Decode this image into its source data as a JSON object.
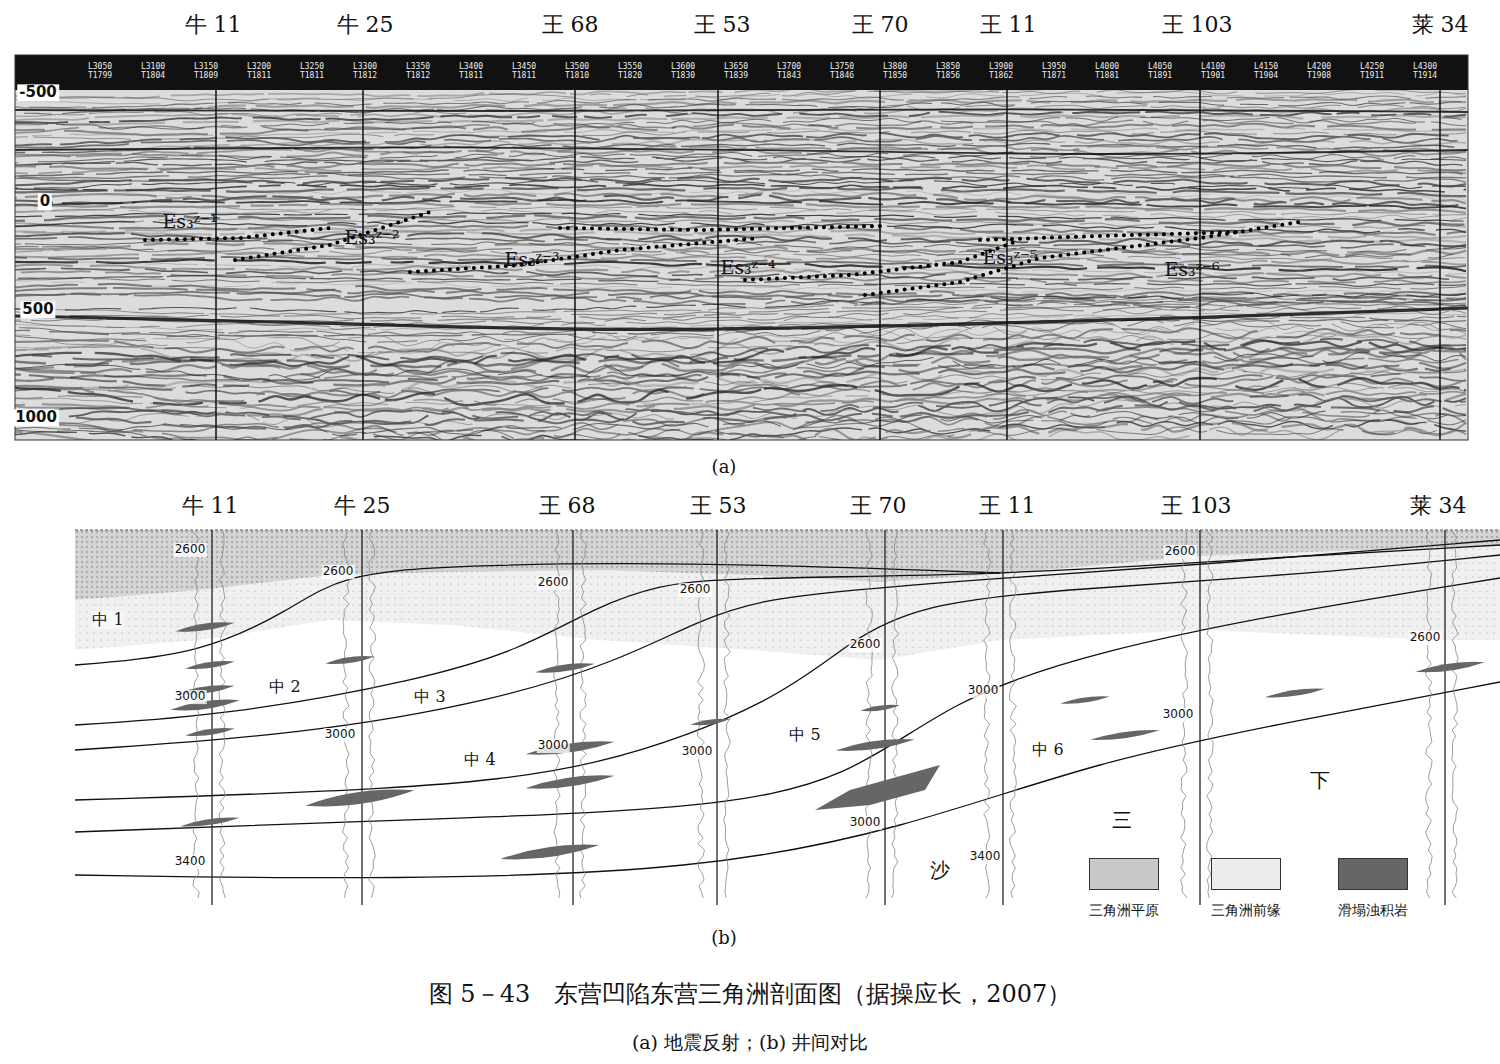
{
  "diagram": {
    "caption": "图 5－43　东营凹陷东营三角洲剖面图（据操应长，2007）",
    "labels": [
      "L3050 T1799",
      "L3100 T1804",
      "L3150 T1809",
      "L3200 T1811",
      "L3250 T1811",
      "L3300 T1812",
      "L3350 T1812",
      "L3400 T1811",
      "L3450 T1811",
      "L3500 T1810",
      "L3550 T1820",
      "L3600 T1830",
      "L3650 T1839",
      "L3700 T1843",
      "L3750 T1846",
      "L3800 T1850",
      "L3850 T1856",
      "L3900 T1862",
      "L3950 T1871",
      "L4000 T1881",
      "L4050 T1891",
      "L4100 T1901",
      "L4150 T1904",
      "L4200 T1908",
      "L4250 T1911",
      "L4300 T1914",
      "牛 11",
      "牛 25",
      "王 68",
      "王 53",
      "王 70",
      "王 11",
      "王 103",
      "莱 34",
      "-500",
      "0",
      "500",
      "1000",
      "Es₃ᶻ⁻¹",
      "Es₃ᶻ⁻²",
      "Es₃ᶻ⁻³",
      "Es₃ᶻ⁻⁴",
      "Es₃ᶻ⁻⁵",
      "Es₃ᶻ⁻⁶",
      "(a)",
      "牛 11",
      "牛 25",
      "王 68",
      "王 53",
      "王 70",
      "王 11",
      "王 103",
      "莱 34",
      "2600",
      "2600",
      "2600",
      "2600",
      "2600",
      "2600",
      "2600",
      "3000",
      "3000",
      "3000",
      "3000",
      "3000",
      "3000",
      "3000",
      "3400",
      "3400",
      "中 1",
      "中 2",
      "中 3",
      "中 4",
      "中 5",
      "中 6",
      "三",
      "沙",
      "下",
      "(b)",
      "(a) 地震反射；(b) 井间对比"
    ],
    "legend": [
      {
        "text": "三角洲平原",
        "color": "#c8c8c8"
      },
      {
        "text": "三角洲前缘",
        "color": "#ececec"
      },
      {
        "text": "滑塌浊积岩",
        "color": "#666666"
      }
    ]
  }
}
